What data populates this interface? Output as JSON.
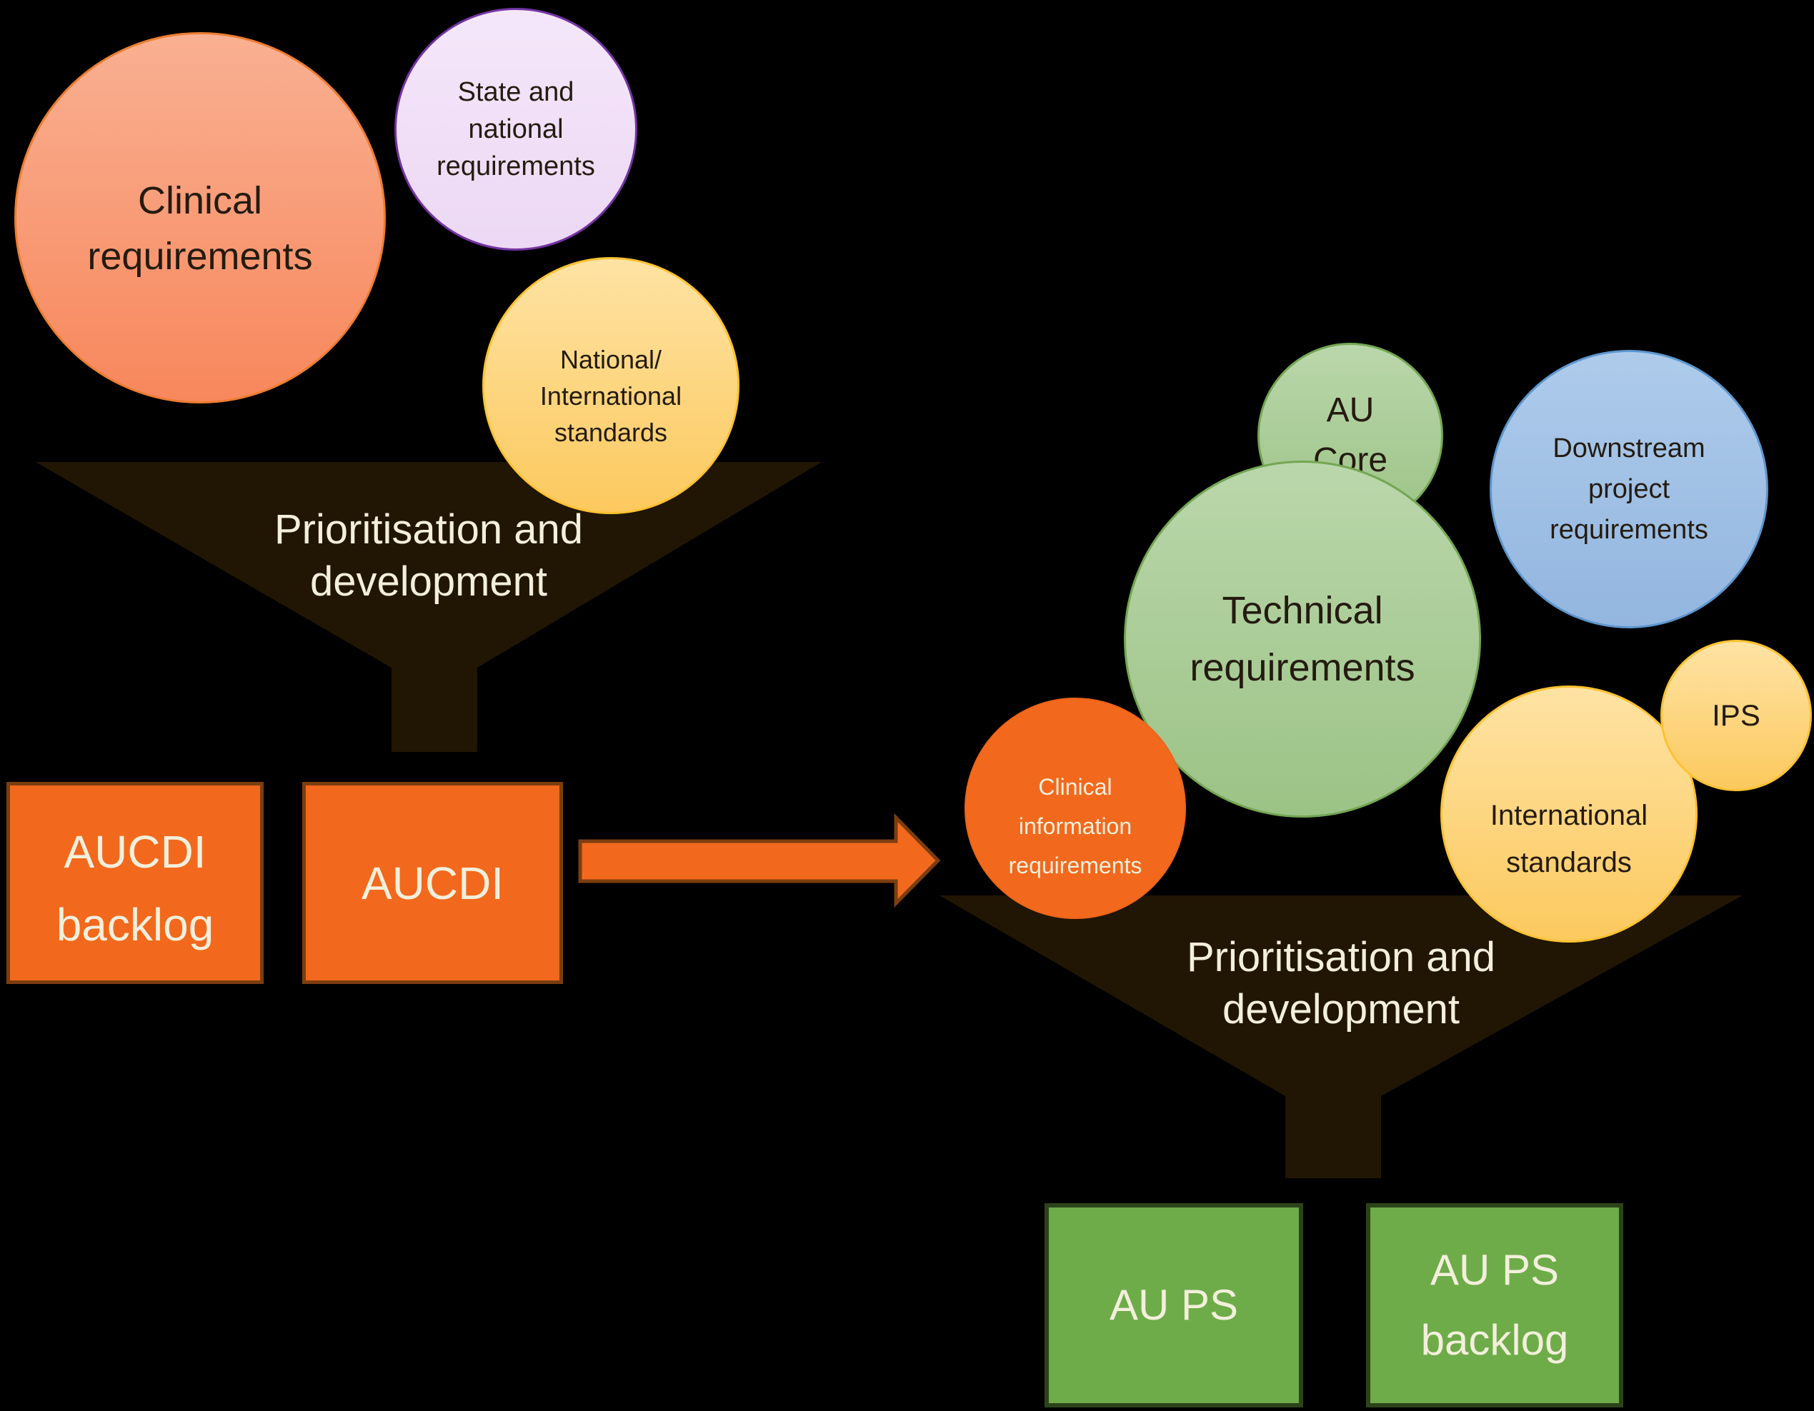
{
  "colors": {
    "background": "#000000",
    "funnel_fill": "#211604",
    "funnel_text": "#f3efdc",
    "orange_fill": "#f2691d",
    "orange_border": "#7c3d0f",
    "green_box_fill": "#6eac49",
    "green_box_border": "#2c431a",
    "salmon_border": "#ed7d31",
    "purple_border": "#7434a4",
    "yellow_border": "#fdc232",
    "green_circle_border": "#74a653",
    "blue_border": "#5d96ce",
    "dark_text": "#241b10",
    "cream_text": "#f3efdc"
  },
  "left": {
    "circles": {
      "clinical": {
        "lines": [
          "Clinical",
          "requirements"
        ]
      },
      "state_national": {
        "lines": [
          "State and",
          "national",
          "requirements"
        ]
      },
      "standards": {
        "lines": [
          "National/",
          "International",
          "standards"
        ]
      }
    },
    "funnel": {
      "lines": [
        "Prioritisation and",
        "development"
      ]
    },
    "boxes": {
      "backlog": {
        "lines": [
          "AUCDI",
          "backlog"
        ]
      },
      "main": {
        "lines": [
          "AUCDI"
        ]
      }
    }
  },
  "right": {
    "circles": {
      "au_core": {
        "lines": [
          "AU",
          "Core"
        ]
      },
      "technical": {
        "lines": [
          "Technical",
          "requirements"
        ]
      },
      "downstream": {
        "lines": [
          "Downstream",
          "project",
          "requirements"
        ]
      },
      "ips": {
        "lines": [
          "IPS"
        ]
      },
      "intl_standards": {
        "lines": [
          "International",
          "standards"
        ]
      },
      "clinical_info": {
        "lines": [
          "Clinical",
          "information",
          "requirements"
        ]
      }
    },
    "funnel": {
      "lines": [
        "Prioritisation and",
        "development"
      ]
    },
    "boxes": {
      "main": {
        "lines": [
          "AU PS"
        ]
      },
      "backlog": {
        "lines": [
          "AU PS",
          "backlog"
        ]
      }
    }
  }
}
